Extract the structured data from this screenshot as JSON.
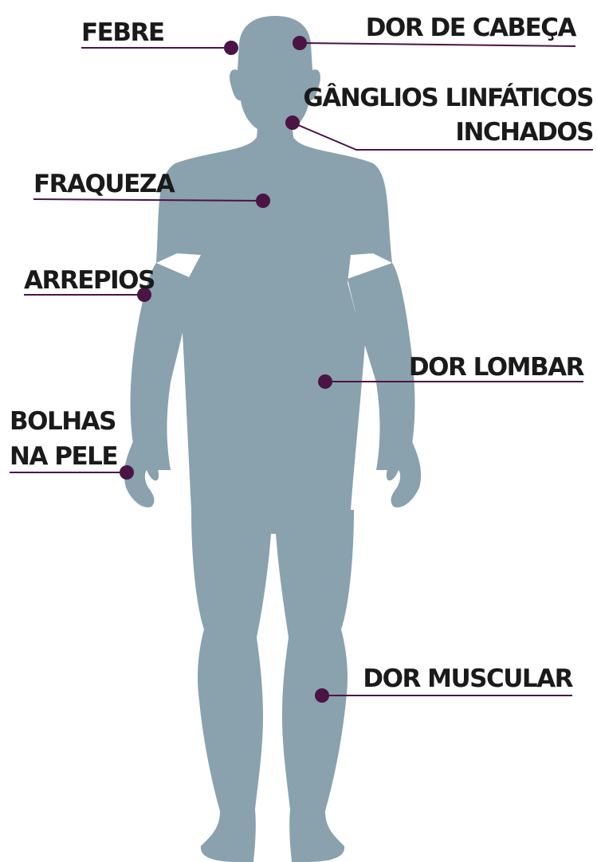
{
  "colors": {
    "body_silhouette": "#8aa1ae",
    "marker": "#4a1445",
    "leader_line": "#4a1445",
    "label_text": "#1a1a1a",
    "background": "#ffffff"
  },
  "figure": {
    "type": "human-body-silhouette-front-view"
  },
  "symptoms": [
    {
      "id": "febre",
      "lines": [
        "FEBRE"
      ],
      "body_location": "head-left"
    },
    {
      "id": "dor-de-cabeca",
      "lines": [
        "DOR DE CABEÇA"
      ],
      "body_location": "head-right"
    },
    {
      "id": "ganglios",
      "lines": [
        "GÂNGLIOS LINFÁTICOS",
        "INCHADOS"
      ],
      "body_location": "neck"
    },
    {
      "id": "fraqueza",
      "lines": [
        "FRAQUEZA"
      ],
      "body_location": "upper-chest"
    },
    {
      "id": "arrepios",
      "lines": [
        "ARREPIOS"
      ],
      "body_location": "right-arm"
    },
    {
      "id": "dor-lombar",
      "lines": [
        "DOR LOMBAR"
      ],
      "body_location": "lower-back"
    },
    {
      "id": "bolhas",
      "lines": [
        "BOLHAS",
        "NA PELE"
      ],
      "body_location": "right-hand"
    },
    {
      "id": "dor-muscular",
      "lines": [
        "DOR MUSCULAR"
      ],
      "body_location": "left-calf"
    }
  ]
}
